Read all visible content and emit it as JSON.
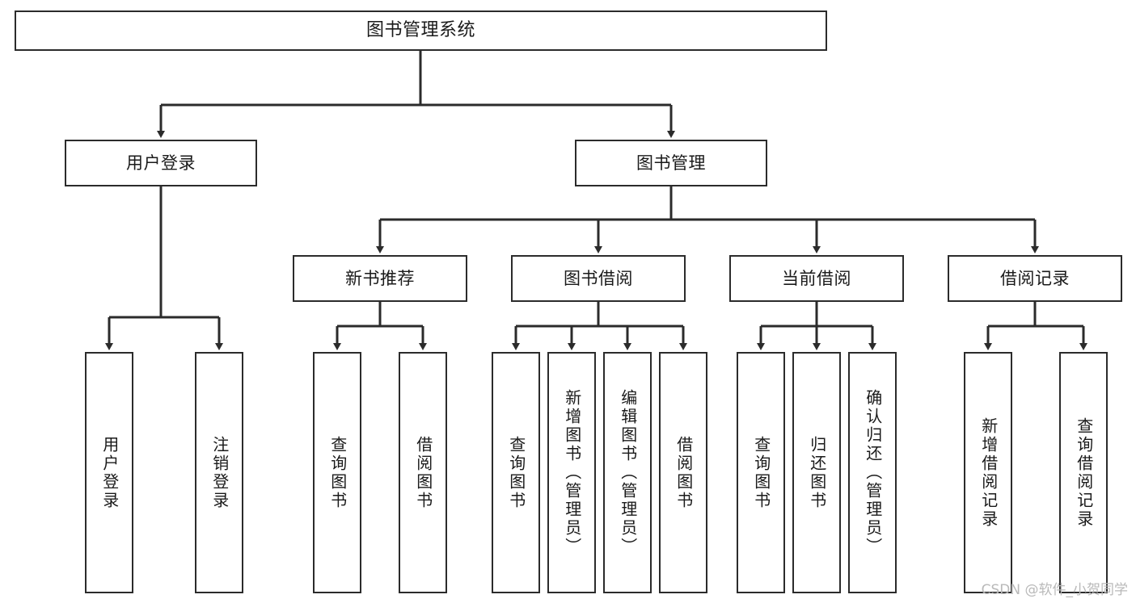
{
  "diagram": {
    "title": "图书管理系统",
    "type": "tree-hierarchy-chart",
    "watermark": "CSDN @软件_小贺同学",
    "colors": {
      "border": "#2b2b2b",
      "background": "#ffffff",
      "text": "#1a1a1a",
      "watermark": "#b9b9b9"
    },
    "levels": {
      "root": {
        "label": "图书管理系统"
      },
      "level1": [
        {
          "label": "用户登录"
        },
        {
          "label": "图书管理"
        }
      ],
      "level2": [
        {
          "label": "新书推荐"
        },
        {
          "label": "图书借阅"
        },
        {
          "label": "当前借阅"
        },
        {
          "label": "借阅记录"
        }
      ],
      "leaves": {
        "user_login": [
          {
            "label": "用户登录"
          },
          {
            "label": "注销登录"
          }
        ],
        "new_book_recommend": [
          {
            "label": "查询图书"
          },
          {
            "label": "借阅图书"
          }
        ],
        "book_borrow": [
          {
            "label": "查询图书"
          },
          {
            "label": "新增图书（管理员）"
          },
          {
            "label": "编辑图书（管理员）"
          },
          {
            "label": "借阅图书"
          }
        ],
        "current_borrow": [
          {
            "label": "查询图书"
          },
          {
            "label": "归还图书"
          },
          {
            "label": "确认归还（管理员）"
          }
        ],
        "borrow_record": [
          {
            "label": "新增借阅记录"
          },
          {
            "label": "查询借阅记录"
          }
        ]
      }
    }
  }
}
